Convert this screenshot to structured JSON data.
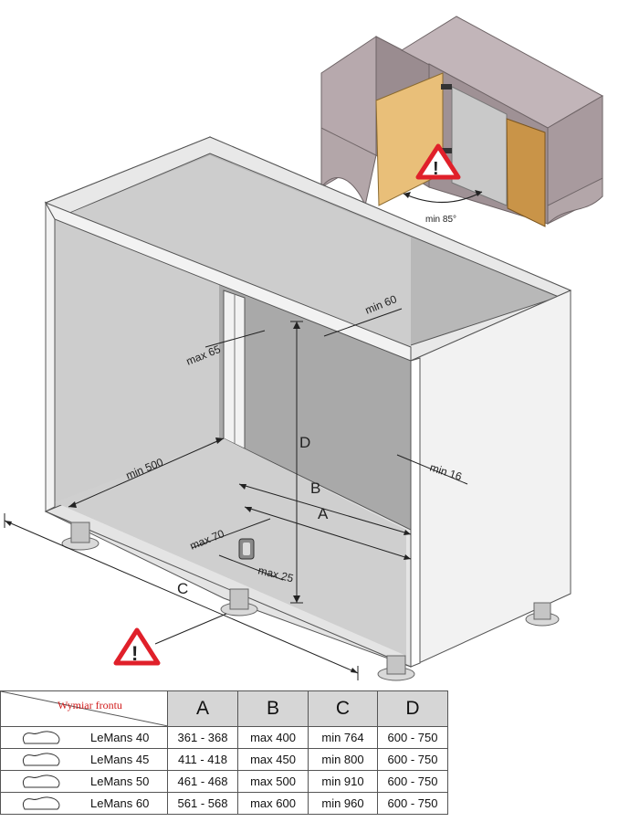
{
  "drawing": {
    "labels": {
      "min60": "min 60",
      "max65": "max 65",
      "min500": "min 500",
      "d": "D",
      "b": "B",
      "a": "A",
      "c": "C",
      "min16": "min 16",
      "max70": "max 70",
      "max25": "max 25",
      "min85": "min 85°"
    },
    "warning_glyph": "!",
    "colors": {
      "cabinet_back": "#cfcfcf",
      "cabinet_inner": "#a9a9a9",
      "panel": "#f2f2f2",
      "door_light": "#e9bf79",
      "door_dark": "#c99448",
      "warning_red": "#e0202a"
    }
  },
  "table": {
    "corner_label": "Wymiar frontu",
    "headers": [
      "A",
      "B",
      "C",
      "D"
    ],
    "rows": [
      {
        "model": "LeMans 40",
        "a": "361 - 368",
        "b": "max 400",
        "c": "min 764",
        "d": "600 - 750"
      },
      {
        "model": "LeMans 45",
        "a": "411 - 418",
        "b": "max 450",
        "c": "min 800",
        "d": "600 - 750"
      },
      {
        "model": "LeMans 50",
        "a": "461 - 468",
        "b": "max 500",
        "c": "min 910",
        "d": "600 - 750"
      },
      {
        "model": "LeMans 60",
        "a": "561 - 568",
        "b": "max 600",
        "c": "min 960",
        "d": "600 - 750"
      }
    ]
  }
}
